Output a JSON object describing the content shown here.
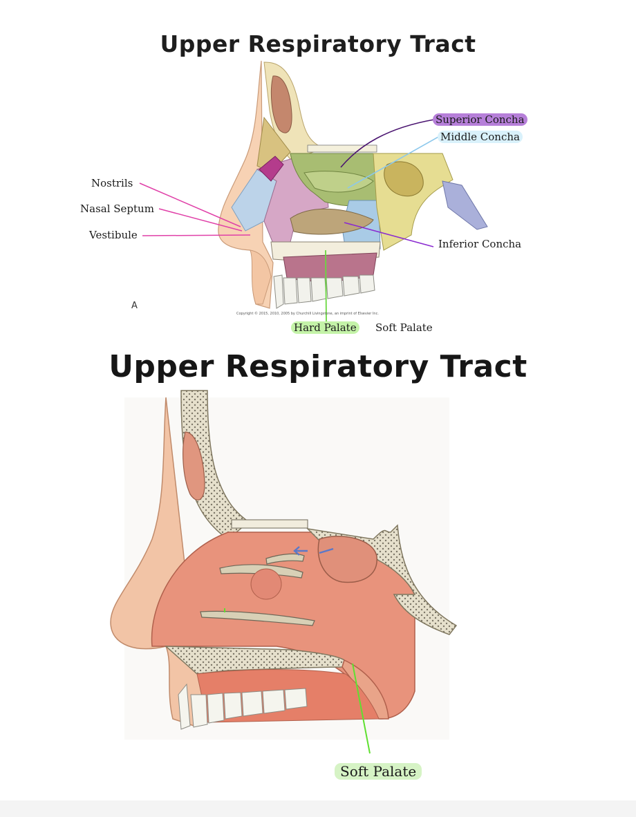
{
  "diagram1": {
    "title": "Upper Respiratory Tract",
    "panel_letter": "A",
    "copyright": "Copyright © 2015, 2010, 2005 by Churchill Livingstone, an imprint of Elsevier Inc.",
    "labels": {
      "superior_concha": "Superior Concha",
      "middle_concha": "Middle Concha",
      "nostrils": "Nostrils",
      "nasal_septum": "Nasal Septum",
      "vestibule": "Vestibule",
      "inferior_concha": "Inferior Concha",
      "hard_palate": "Hard Palate",
      "soft_palate": "Soft Palate"
    },
    "colors": {
      "superior_line": "#4a1470",
      "middle_line": "#8cc8ec",
      "pink_lines": "#e040a8",
      "inferior_line": "#8a2ad0",
      "green_line": "#6ad840"
    }
  },
  "diagram2": {
    "title": "Upper Respiratory Tract",
    "labels": {
      "soft_palate": "Soft Palate"
    },
    "colors": {
      "soft_palate_line": "#5fe030"
    }
  }
}
